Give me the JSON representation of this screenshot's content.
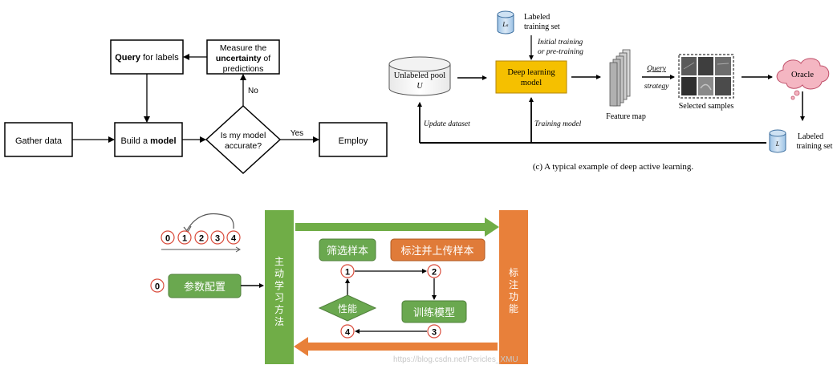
{
  "diagram_a": {
    "gather": "Gather data",
    "build_pre": "Build a ",
    "build_bold": "model",
    "decision_line1": "Is my model",
    "decision_line2": "accurate?",
    "employ": "Employ",
    "yes_label": "Yes",
    "no_label": "No",
    "query_bold": "Query",
    "query_rest": " for labels",
    "measure_line1": "Measure the",
    "measure_bold": "uncertainty",
    "measure_rest": " of",
    "measure_line3": "predictions"
  },
  "diagram_c": {
    "labeled_top_line1": "Labeled",
    "labeled_top_line2": "training set",
    "cyl_top_symbol": "Lₛ",
    "initial_line1": "Initial training",
    "initial_line2": "or pre-training",
    "pool_line1": "Unlabeled pool",
    "pool_symbol": "U",
    "dl_line1": "Deep learning",
    "dl_line2": "model",
    "feature_map": "Feature map",
    "query_strategy_line1": "Query",
    "query_strategy_line2": "strategy",
    "selected_samples": "Selected samples",
    "oracle": "Oracle",
    "labeled_bottom_line1": "Labeled",
    "labeled_bottom_line2": "training set",
    "cyl_bottom_symbol": "L",
    "update_dataset": "Update dataset",
    "training_model": "Training model",
    "caption": "(c) A typical example of deep active learning."
  },
  "diagram_cn": {
    "step_nums": [
      "0",
      "1",
      "2",
      "3",
      "4"
    ],
    "params_config": "参数配置",
    "active_learning_method": [
      "主",
      "动",
      "学",
      "习",
      "方",
      "法"
    ],
    "labeling_function": [
      "标",
      "注",
      "功",
      "能"
    ],
    "filter_samples": "筛选样本",
    "label_upload": "标注并上传样本",
    "train_model": "训练模型",
    "performance": "性能",
    "watermark": "https://blog.csdn.net/Pericles_XMU"
  },
  "colors": {
    "green_box": "#6aa84f",
    "green_bar": "#70ad47",
    "orange_box": "#e07b39",
    "orange_bar": "#e8803a",
    "yellow_box": "#f5c000",
    "circle_red": "#d94b3b",
    "oracle_pink": "#f4b6c2"
  }
}
